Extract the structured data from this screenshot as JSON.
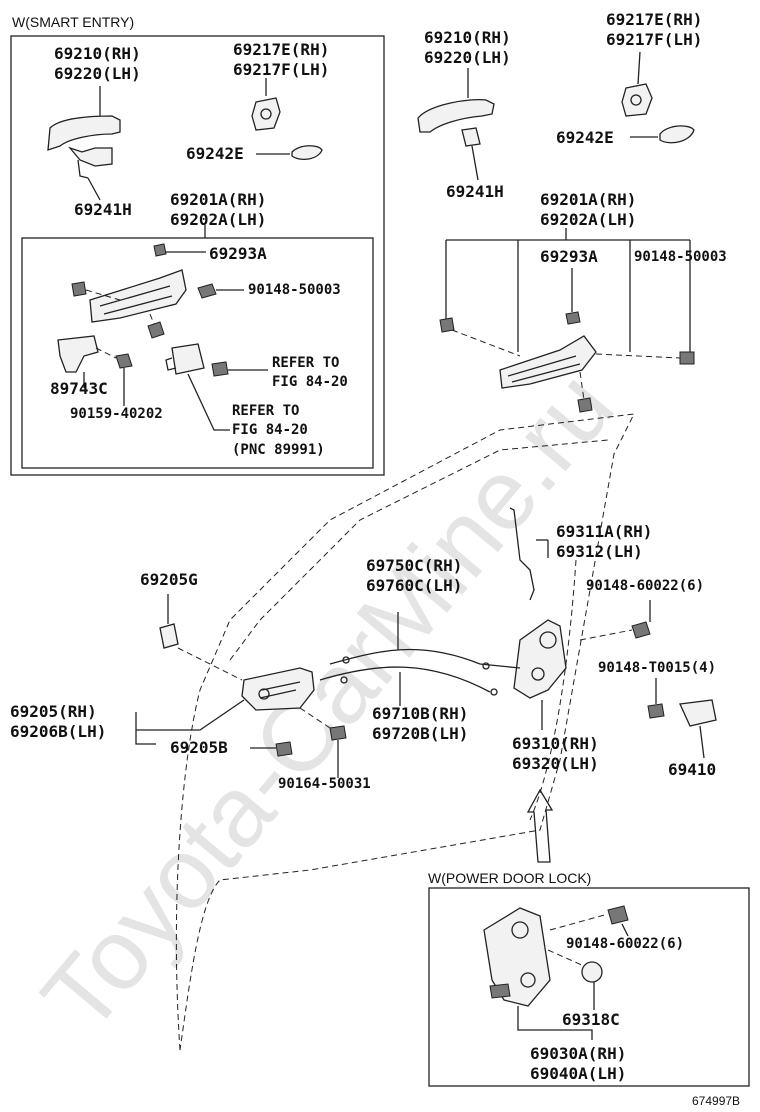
{
  "watermark": "Toyota-CarMine.ru",
  "diagram_id": "674997B",
  "smart_entry": {
    "caption": "W(SMART ENTRY)",
    "handle_rh": "69210(RH)",
    "handle_lh": "69220(LH)",
    "cover_rh": "69217E(RH)",
    "cover_lh": "69217F(LH)",
    "pad": "69242E",
    "bracket": "69241H",
    "frame_rh": "69201A(RH)",
    "frame_lh": "69202A(LH)",
    "clip": "69293A",
    "bolt": "90148-50003",
    "sensor": "89743C",
    "screw": "90159-40202",
    "refer1": "REFER TO",
    "refer1_fig": "FIG 84-20",
    "refer2": "REFER TO",
    "refer2_fig": "FIG 84-20",
    "refer2_pnc": "(PNC 89991)"
  },
  "standard": {
    "handle_rh": "69210(RH)",
    "handle_lh": "69220(LH)",
    "cover_rh": "69217E(RH)",
    "cover_lh": "69217F(LH)",
    "pad": "69242E",
    "bracket": "69241H",
    "frame_rh": "69201A(RH)",
    "frame_lh": "69202A(LH)",
    "clip": "69293A",
    "bolt": "90148-50003"
  },
  "door": {
    "rod_rh": "69311A(RH)",
    "rod_lh": "69312(LH)",
    "screw_a": "90148-60022(6)",
    "screw_b": "90148-T0015(4)",
    "striker": "69410",
    "lock_rh": "69310(RH)",
    "lock_lh": "69320(LH)",
    "cable1_rh": "69750C(RH)",
    "cable1_lh": "69760C(LH)",
    "cable2_rh": "69710B(RH)",
    "cable2_lh": "69720B(LH)",
    "cover": "69205G",
    "inner_rh": "69205(RH)",
    "inner_lh": "69206B(LH)",
    "inner_cover": "69205B",
    "inner_screw": "90164-50031"
  },
  "power_lock": {
    "caption": "W(POWER DOOR LOCK)",
    "screw": "90148-60022(6)",
    "cap": "69318C",
    "lock_rh": "69030A(RH)",
    "lock_lh": "69040A(LH)"
  }
}
